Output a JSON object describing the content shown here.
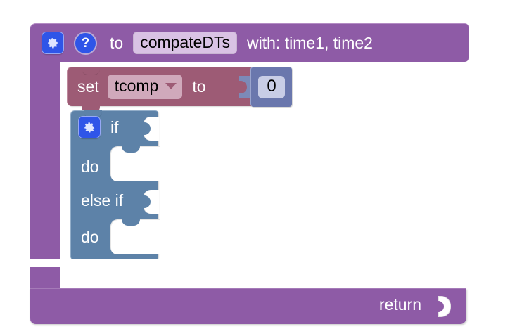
{
  "workspace": {
    "background_color": "#ffffff"
  },
  "procedure": {
    "gear_icon": "gear-icon",
    "help_icon": "help-question-icon",
    "to_label": "to",
    "name": "compateDTs",
    "params_label": "with: time1, time2",
    "return_label": "return",
    "color": "#8e5ba6"
  },
  "set_block": {
    "set_label": "set",
    "variable": "tcomp",
    "dropdown_icon": "chevron-down-icon",
    "to_label": "to",
    "color": "#9d5b75"
  },
  "number_block": {
    "value": "0",
    "color": "#6a77ad"
  },
  "if_block": {
    "gear_icon": "gear-icon",
    "rows": [
      {
        "label": "if"
      },
      {
        "label": "do"
      },
      {
        "label": "else if"
      },
      {
        "label": "do"
      }
    ],
    "color": "#5d82a8"
  }
}
